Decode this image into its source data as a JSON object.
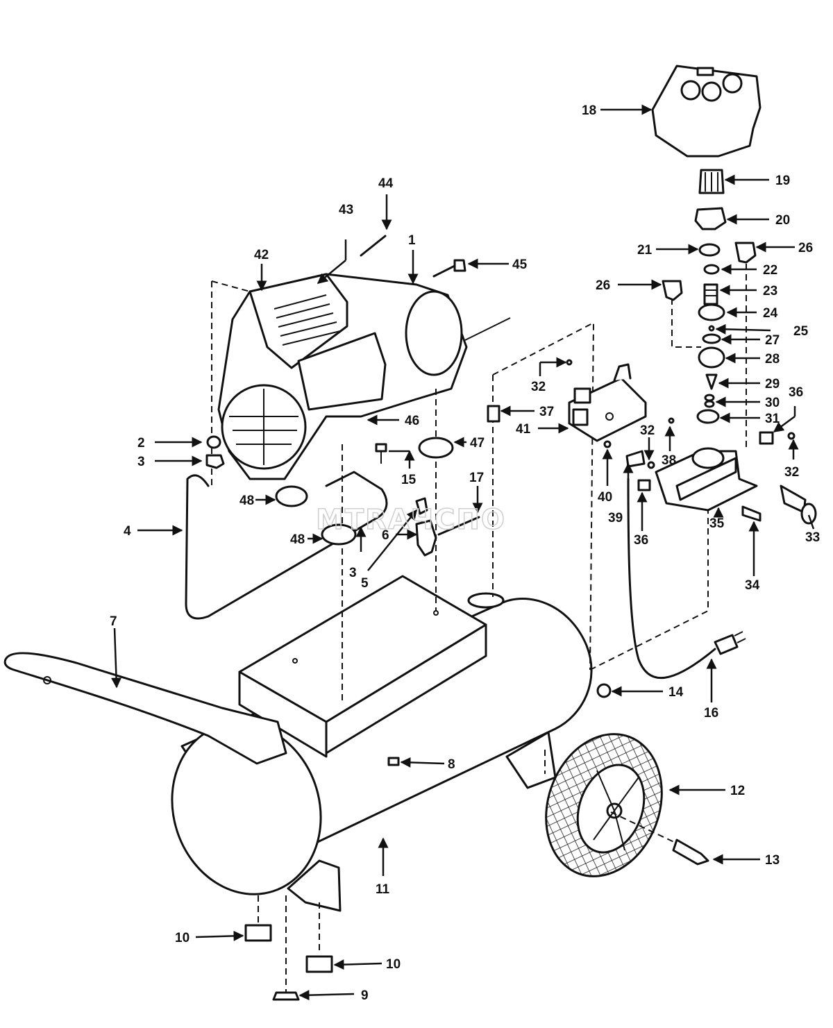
{
  "watermark": "MTRAЧСПО",
  "callouts": {
    "c1": "1",
    "c2": "2",
    "c3a": "3",
    "c3b": "3",
    "c4": "4",
    "c5": "5",
    "c6": "6",
    "c7": "7",
    "c8": "8",
    "c9": "9",
    "c10a": "10",
    "c10b": "10",
    "c11": "11",
    "c12": "12",
    "c13": "13",
    "c14": "14",
    "c15": "15",
    "c16": "16",
    "c17": "17",
    "c18": "18",
    "c19": "19",
    "c20": "20",
    "c21": "21",
    "c22": "22",
    "c23": "23",
    "c24": "24",
    "c25": "25",
    "c26a": "26",
    "c26b": "26",
    "c27": "27",
    "c28": "28",
    "c29": "29",
    "c30": "30",
    "c31": "31",
    "c32a": "32",
    "c32b": "32",
    "c32c": "32",
    "c33": "33",
    "c34": "34",
    "c35": "35",
    "c36a": "36",
    "c36b": "36",
    "c37": "37",
    "c38": "38",
    "c39": "39",
    "c40": "40",
    "c41": "41",
    "c42": "42",
    "c43": "43",
    "c44": "44",
    "c45": "45",
    "c46": "46",
    "c47": "47",
    "c48a": "48",
    "c48b": "48"
  }
}
